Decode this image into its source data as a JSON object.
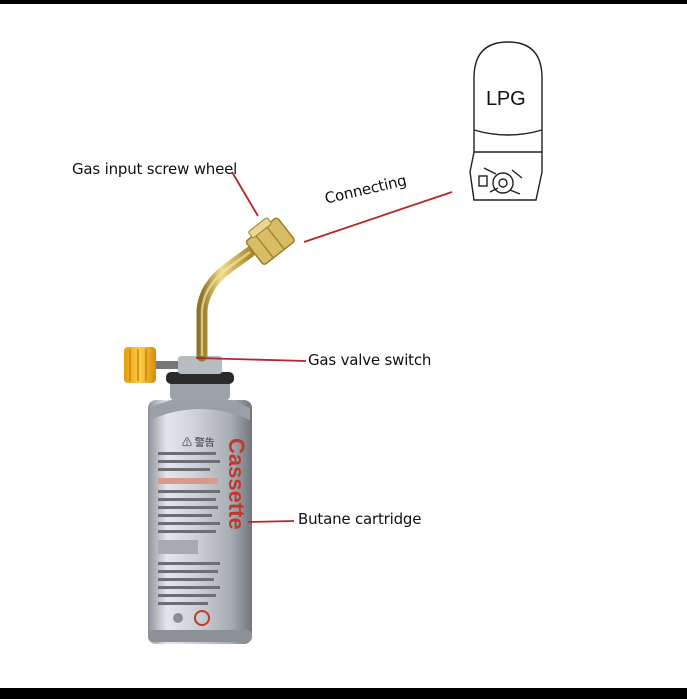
{
  "labels": {
    "gas_input": "Gas input screw wheel",
    "connecting": "Connecting",
    "valve": "Gas valve switch",
    "butane": "Butane cartridge",
    "lpg": "LPG"
  },
  "cartridge": {
    "brand": "Cassette",
    "warning": "⚠ 警告"
  },
  "colors": {
    "leader_line": "#b5262a",
    "brass": "#c9a94a",
    "valve_knob": "#f2b316",
    "can_body": "#c9ccd2",
    "brand_red": "#c0392b"
  }
}
